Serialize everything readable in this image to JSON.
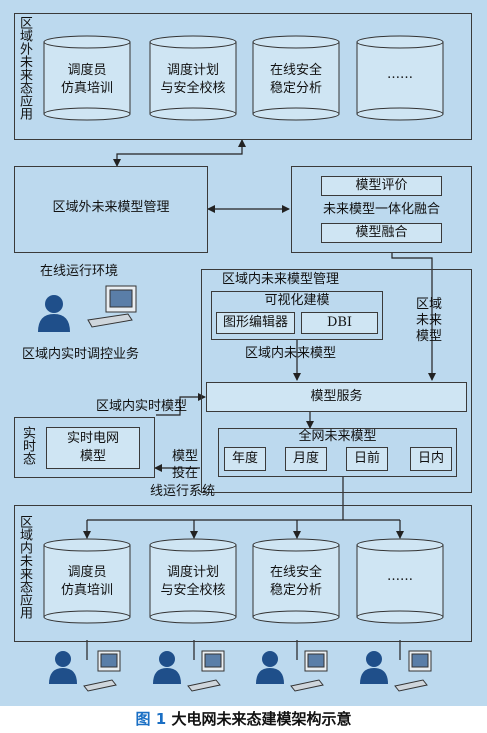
{
  "top_region": {
    "label": "区域外未来态应用",
    "apps": [
      "调度员\n仿真培训",
      "调度计划\n与安全校核",
      "在线安全\n稳定分析",
      "……"
    ]
  },
  "outer_mgmt": {
    "label": "区域外未来模型管理"
  },
  "fusion": {
    "label": "未来模型一体化融合",
    "eval": "模型评价",
    "merge": "模型融合"
  },
  "online_env": {
    "title": "在线运行环境",
    "subtitle": "区域内实时调控业务"
  },
  "inner_mgmt": {
    "label": "区域内未来模型管理",
    "visual_title": "可视化建模",
    "graph_editor": "图形编辑器",
    "dbi": "DBI",
    "inner_model_label": "区域内未来模型",
    "side_label": "区域未来模型"
  },
  "realtime_model_label": "区域内实时模型",
  "realtime_state": {
    "label": "实时态",
    "model": "实时电网\n模型"
  },
  "model_put_label": "模型投在",
  "online_system_label": "线运行系统",
  "model_service": "模型服务",
  "grid_future": {
    "title": "全网未来模型",
    "items": [
      "年度",
      "月度",
      "日前",
      "日内"
    ]
  },
  "bottom_region": {
    "label": "区域内未来态应用",
    "apps": [
      "调度员\n仿真培训",
      "调度计划\n与安全校核",
      "在线安全\n稳定分析",
      "……"
    ]
  },
  "caption": {
    "fig": "图 1",
    "text": "大电网未来态建模架构示意"
  },
  "colors": {
    "background": "#bcd9ee",
    "line": "#3a3a3a",
    "user_icon": "#1f4f8a",
    "caption_accent": "#1a6fc4"
  },
  "icons": [
    "user-icon",
    "computer-icon"
  ]
}
